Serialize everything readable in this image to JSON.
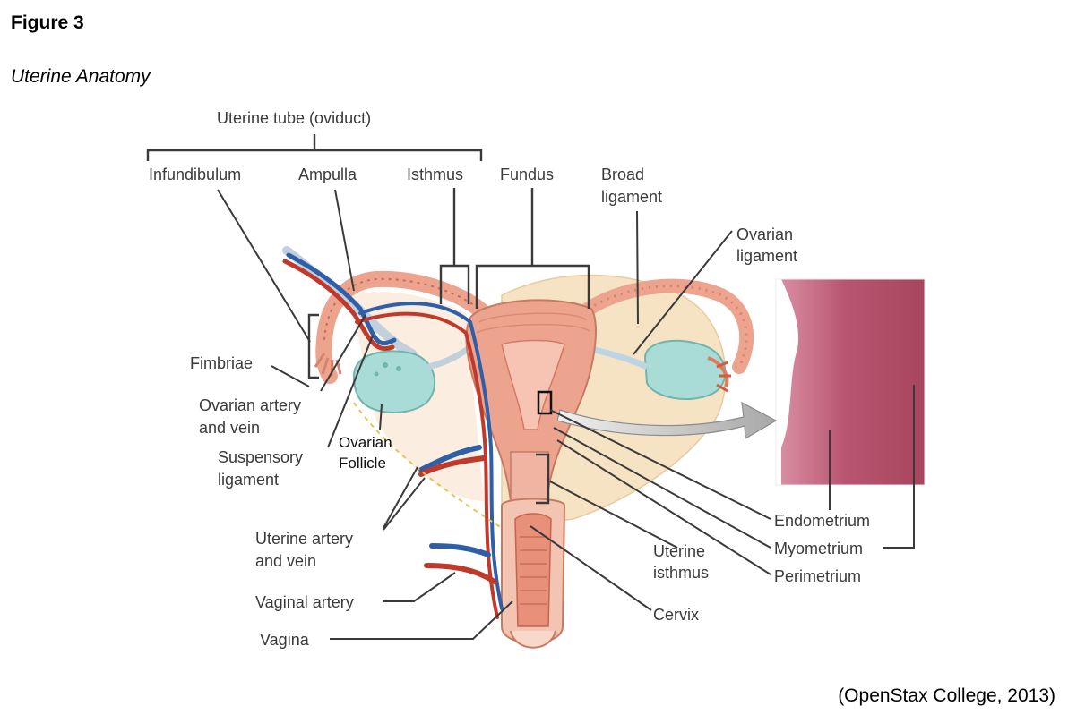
{
  "figure": {
    "number_label": "Figure 3",
    "title": "Uterine Anatomy",
    "citation": "(OpenStax College, 2013)"
  },
  "diagram": {
    "group_label": "Uterine tube (oviduct)",
    "labels": {
      "infundibulum": "Infundibulum",
      "ampulla": "Ampulla",
      "isthmus": "Isthmus",
      "fundus": "Fundus",
      "broad_ligament_1": "Broad",
      "broad_ligament_2": "ligament",
      "ovarian_ligament_1": "Ovarian",
      "ovarian_ligament_2": "ligament",
      "fimbriae": "Fimbriae",
      "ovarian_artery_1": "Ovarian artery",
      "ovarian_artery_2": "and vein",
      "suspensory_1": "Suspensory",
      "suspensory_2": "ligament",
      "ovarian_follicle_1": "Ovarian",
      "ovarian_follicle_2": "Follicle",
      "uterine_artery_1": "Uterine artery",
      "uterine_artery_2": "and vein",
      "vaginal_artery": "Vaginal artery",
      "vagina": "Vagina",
      "uterine_isthmus_1": "Uterine",
      "uterine_isthmus_2": "isthmus",
      "cervix": "Cervix",
      "endometrium": "Endometrium",
      "myometrium": "Myometrium",
      "perimetrium": "Perimetrium"
    },
    "colors": {
      "tissue": "#eda48e",
      "tissue_dark": "#d9826b",
      "artery": "#c0392b",
      "vein": "#2e5fa8",
      "ovary": "#a9dcd6",
      "broad_ligament": "#f6e3c4",
      "histology": "#b85570"
    }
  }
}
